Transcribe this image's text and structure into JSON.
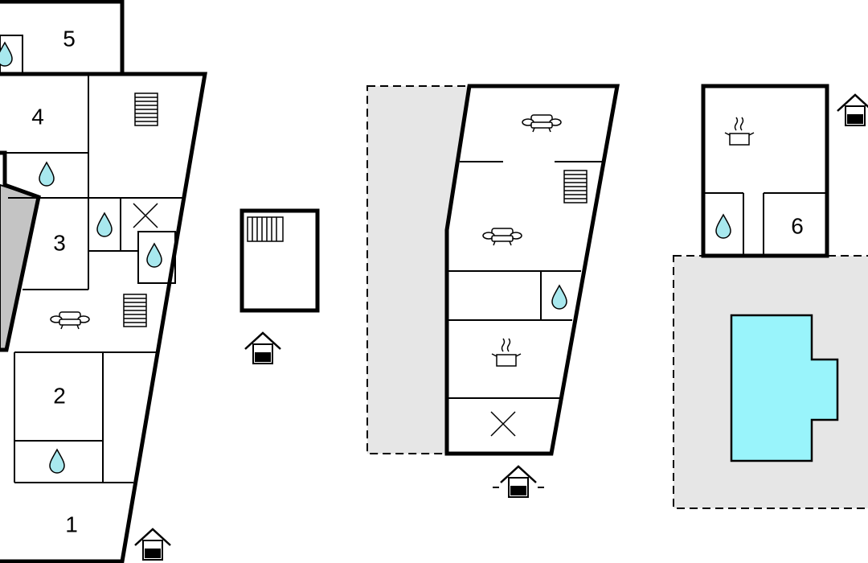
{
  "room_numbers": {
    "room_1": "1",
    "room_2": "2",
    "room_3": "3",
    "room_4": "4",
    "room_5": "5",
    "room_6": "6"
  },
  "colors": {
    "water": "#a8e8ee",
    "pool": "#99f4fb",
    "terrace": "#e6e6e6",
    "grey_wall": "#c4c4c4"
  }
}
